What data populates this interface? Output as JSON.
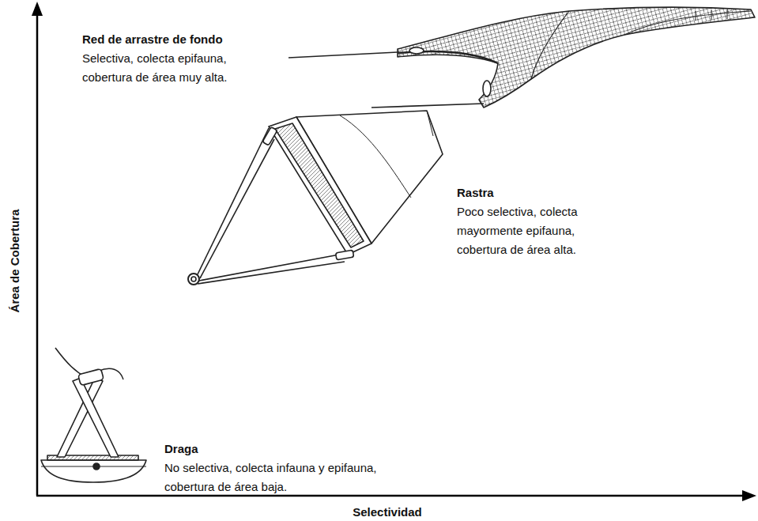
{
  "diagram": {
    "labels": [
      "Red de arrastre de fondo",
      "Selectiva, colecta epifauna, cobertura de área muy alta.",
      "Rastra",
      "Poco selectiva, colecta mayormente epifauna, cobertura de área alta.",
      "Draga",
      "No selectiva, colecta infauna y epifauna, cobertura de área baja.",
      "Área de Cobertura",
      "Selectividad"
    ]
  }
}
